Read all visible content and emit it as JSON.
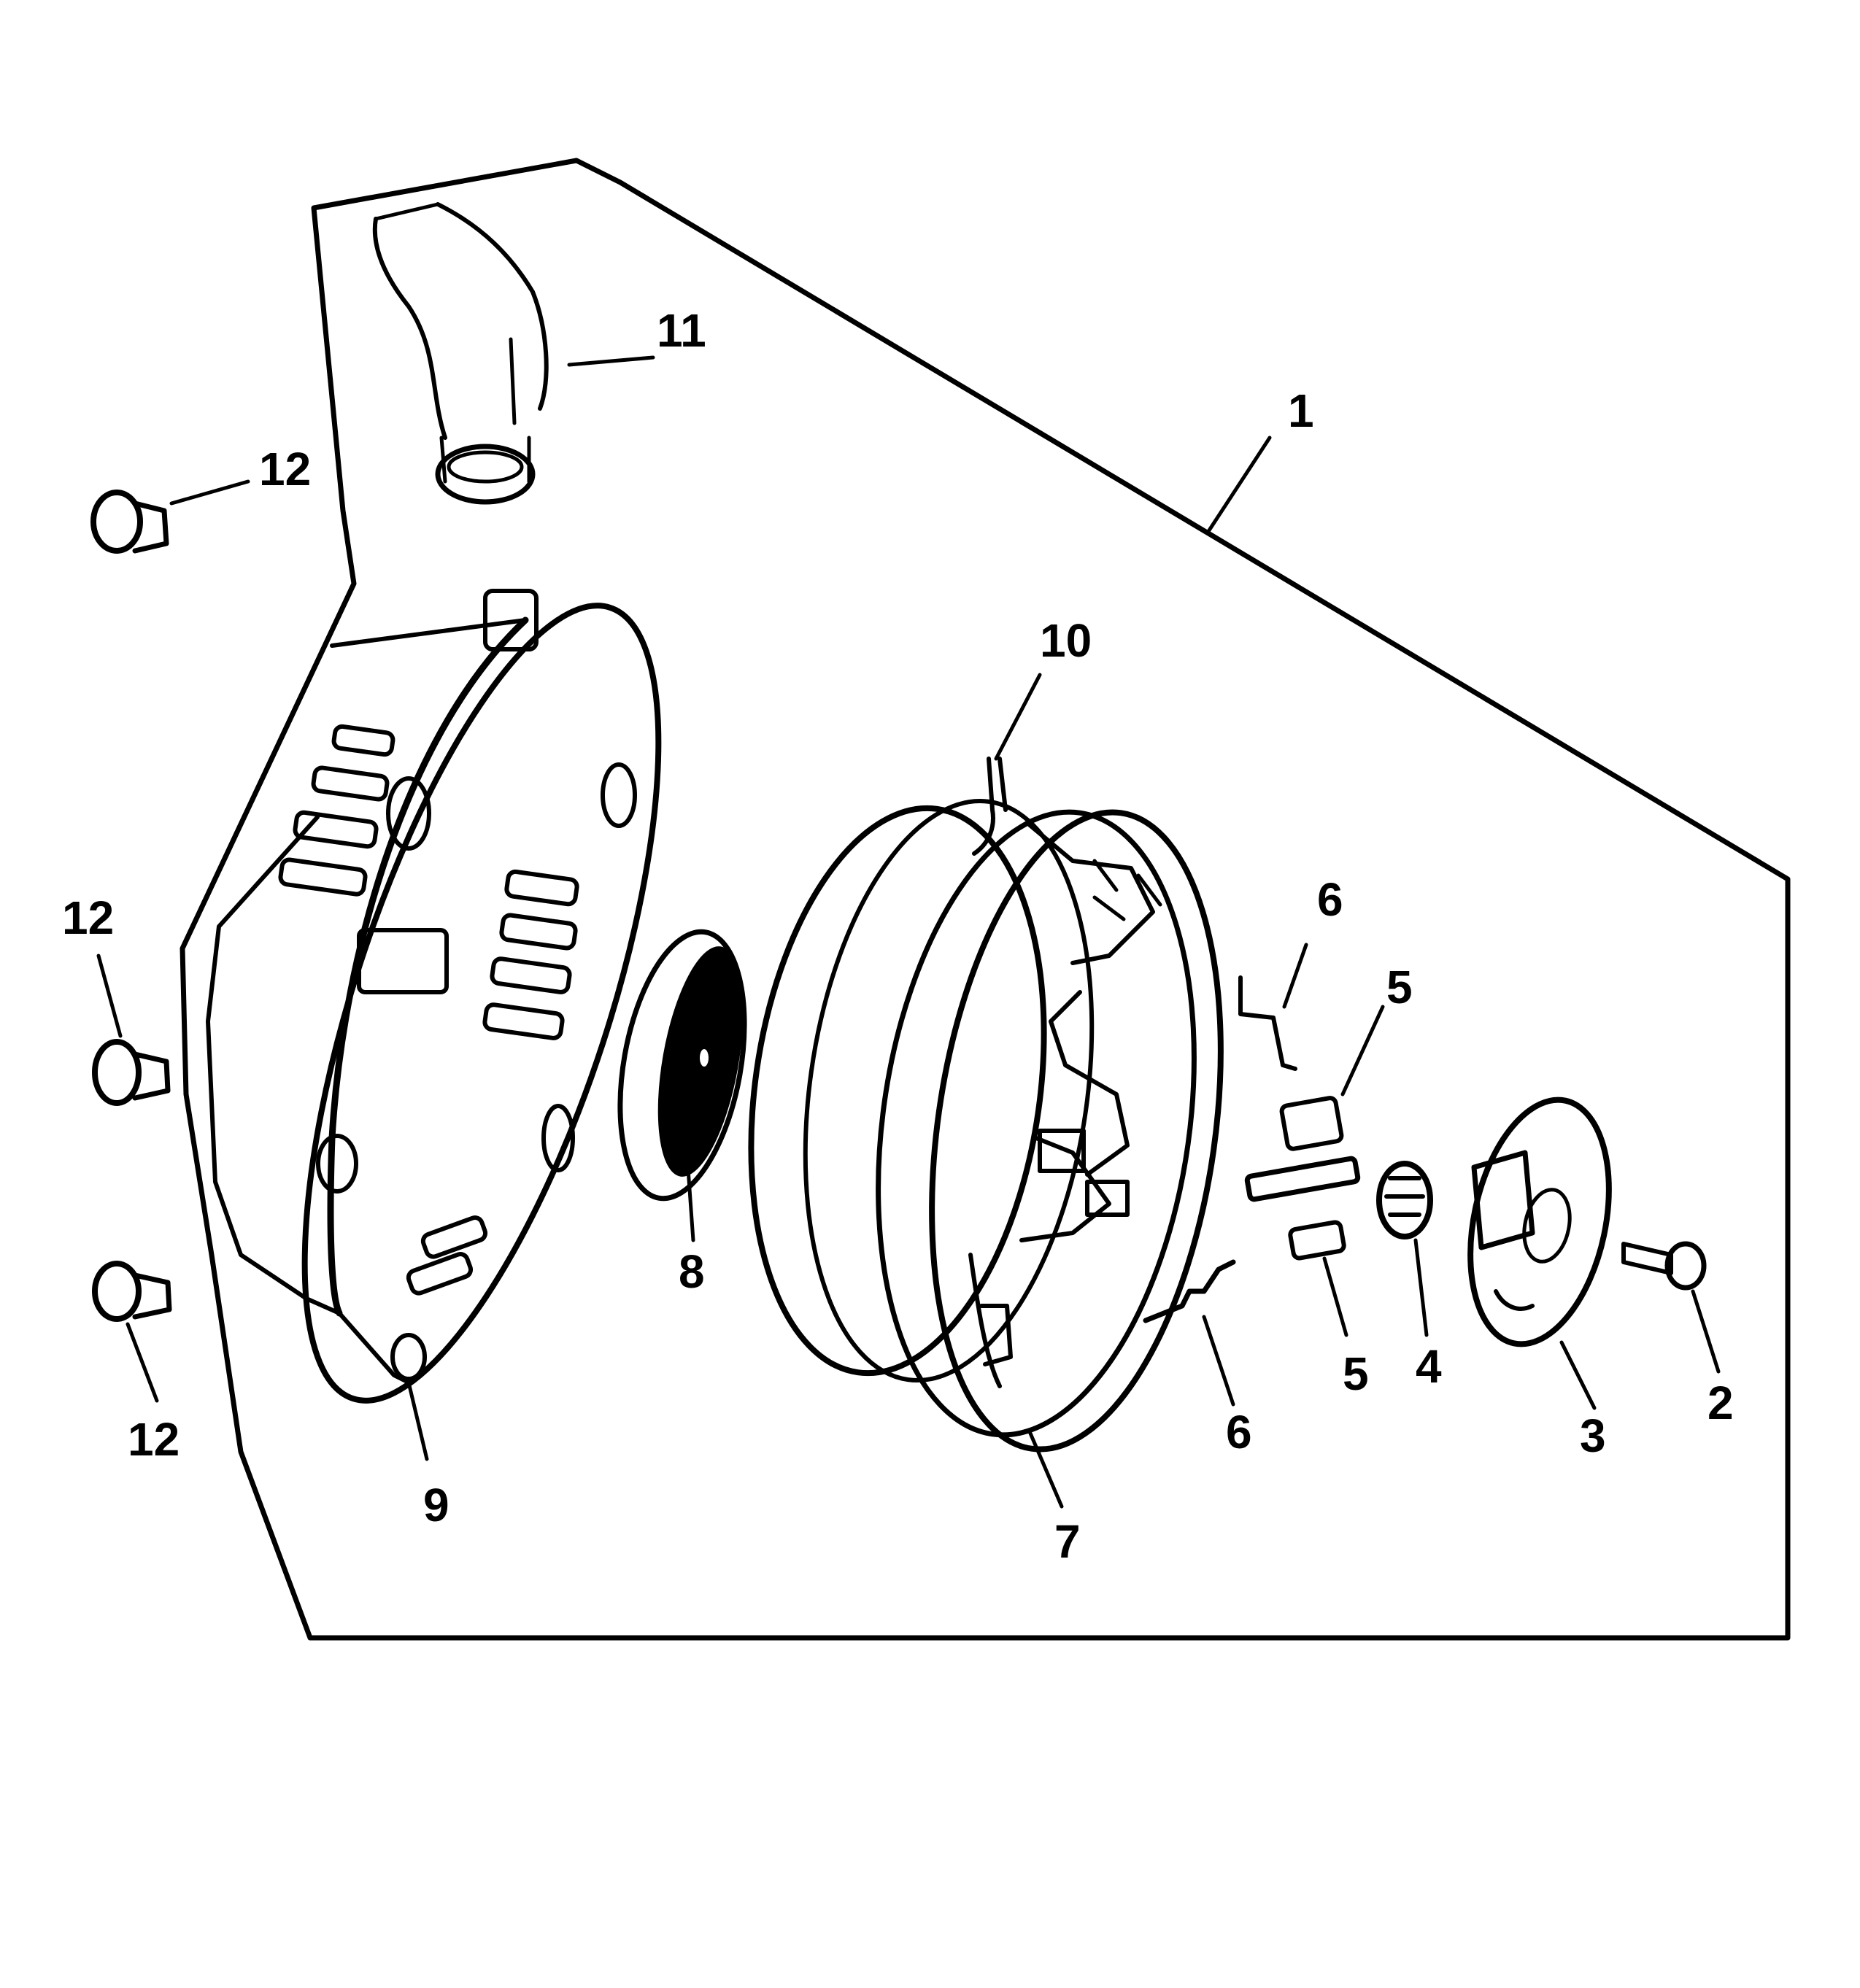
{
  "diagram": {
    "callouts": [
      {
        "id": "c1",
        "text": "1"
      },
      {
        "id": "c2",
        "text": "2"
      },
      {
        "id": "c3",
        "text": "3"
      },
      {
        "id": "c4",
        "text": "4"
      },
      {
        "id": "c5a",
        "text": "5"
      },
      {
        "id": "c5b",
        "text": "5"
      },
      {
        "id": "c6a",
        "text": "6"
      },
      {
        "id": "c6b",
        "text": "6"
      },
      {
        "id": "c7",
        "text": "7"
      },
      {
        "id": "c8",
        "text": "8"
      },
      {
        "id": "c9",
        "text": "9"
      },
      {
        "id": "c10",
        "text": "10"
      },
      {
        "id": "c11",
        "text": "11"
      },
      {
        "id": "c12a",
        "text": "12"
      },
      {
        "id": "c12b",
        "text": "12"
      },
      {
        "id": "c12c",
        "text": "12"
      }
    ]
  }
}
